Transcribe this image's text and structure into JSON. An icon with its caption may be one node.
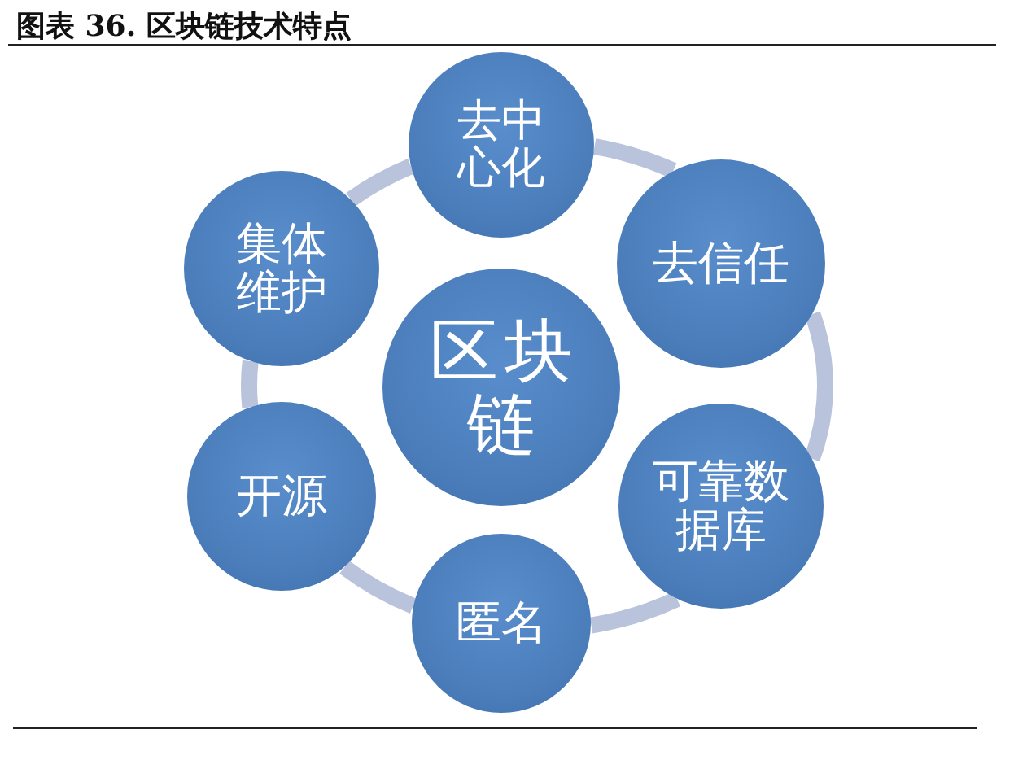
{
  "diagram": {
    "title": "图表 36. 区块链技术特点",
    "nodes": [
      {
        "text": [
          "区块链"
        ]
      },
      {
        "text": [
          "去中心化"
        ]
      },
      {
        "text": [
          "去信任"
        ]
      },
      {
        "text": [
          "可靠数据库"
        ]
      },
      {
        "text": [
          "匿名"
        ]
      },
      {
        "text": [
          "开源"
        ]
      },
      {
        "text": [
          "集体维护"
        ]
      }
    ],
    "edges": [
      {
        "from": 1,
        "to": 2,
        "arrow": "none"
      },
      {
        "from": 2,
        "to": 3,
        "arrow": "none"
      },
      {
        "from": 3,
        "to": 4,
        "arrow": "none"
      },
      {
        "from": 4,
        "to": 5,
        "arrow": "none"
      },
      {
        "from": 5,
        "to": 6,
        "arrow": "none"
      },
      {
        "from": 6,
        "to": 1,
        "arrow": "none"
      }
    ]
  }
}
